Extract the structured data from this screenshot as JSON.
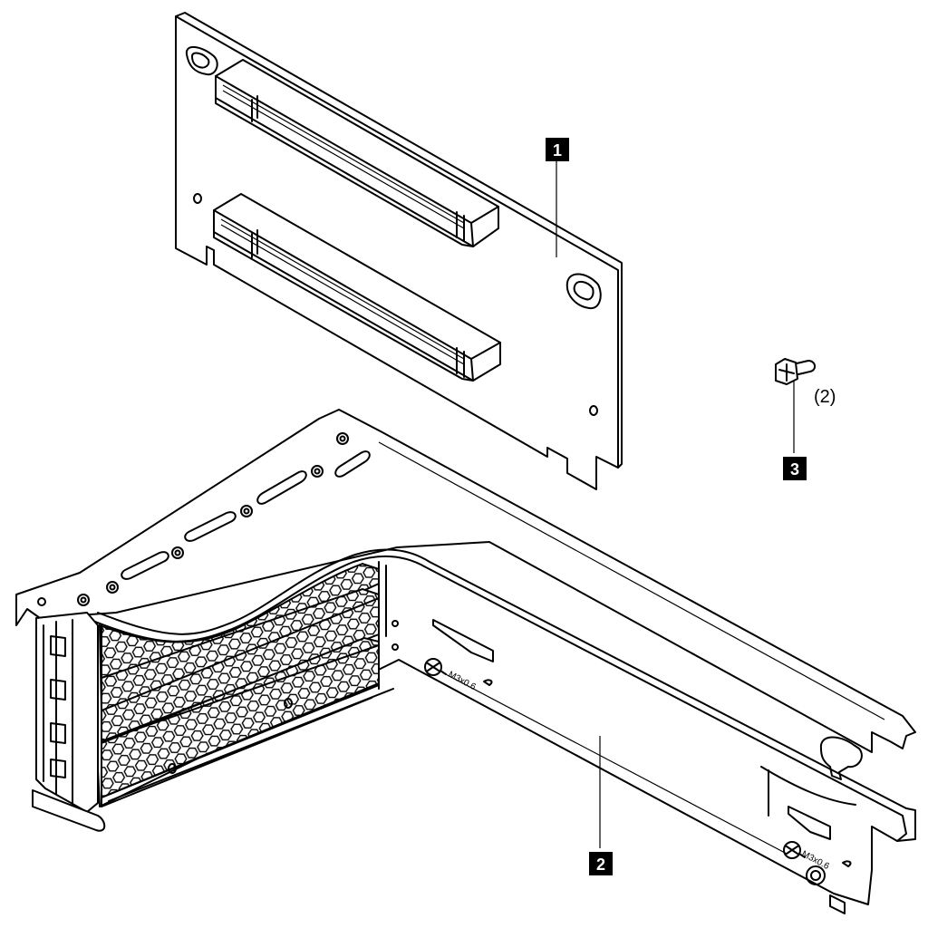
{
  "callouts": [
    {
      "number": "1",
      "part": "riser-card"
    },
    {
      "number": "2",
      "part": "riser-cage"
    },
    {
      "number": "3",
      "part": "screw"
    }
  ],
  "screw_quantity": "(2)",
  "screw_markings": [
    "M3x0.6",
    "M3x0.6"
  ]
}
